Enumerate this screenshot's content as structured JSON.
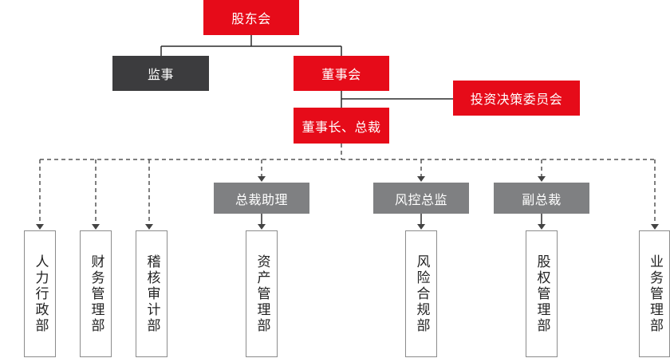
{
  "colors": {
    "red": "#e60b19",
    "dark": "#3c3c3e",
    "grey": "#7f8082",
    "line": "#2b2b2b",
    "dash": "#555555"
  },
  "top": {
    "shareholders": "股东会",
    "supervisor": "监事",
    "board": "董事会",
    "investment_committee": "投资决策委员会",
    "chairman_president": "董事长、总裁"
  },
  "middle": {
    "president_assistant": "总裁助理",
    "risk_director": "风控总监",
    "vice_president": "副总裁"
  },
  "departments": [
    "人力行政部",
    "财务管理部",
    "稽核审计部",
    "资产管理部",
    "风险合规部",
    "股权管理部",
    "业务管理部"
  ]
}
